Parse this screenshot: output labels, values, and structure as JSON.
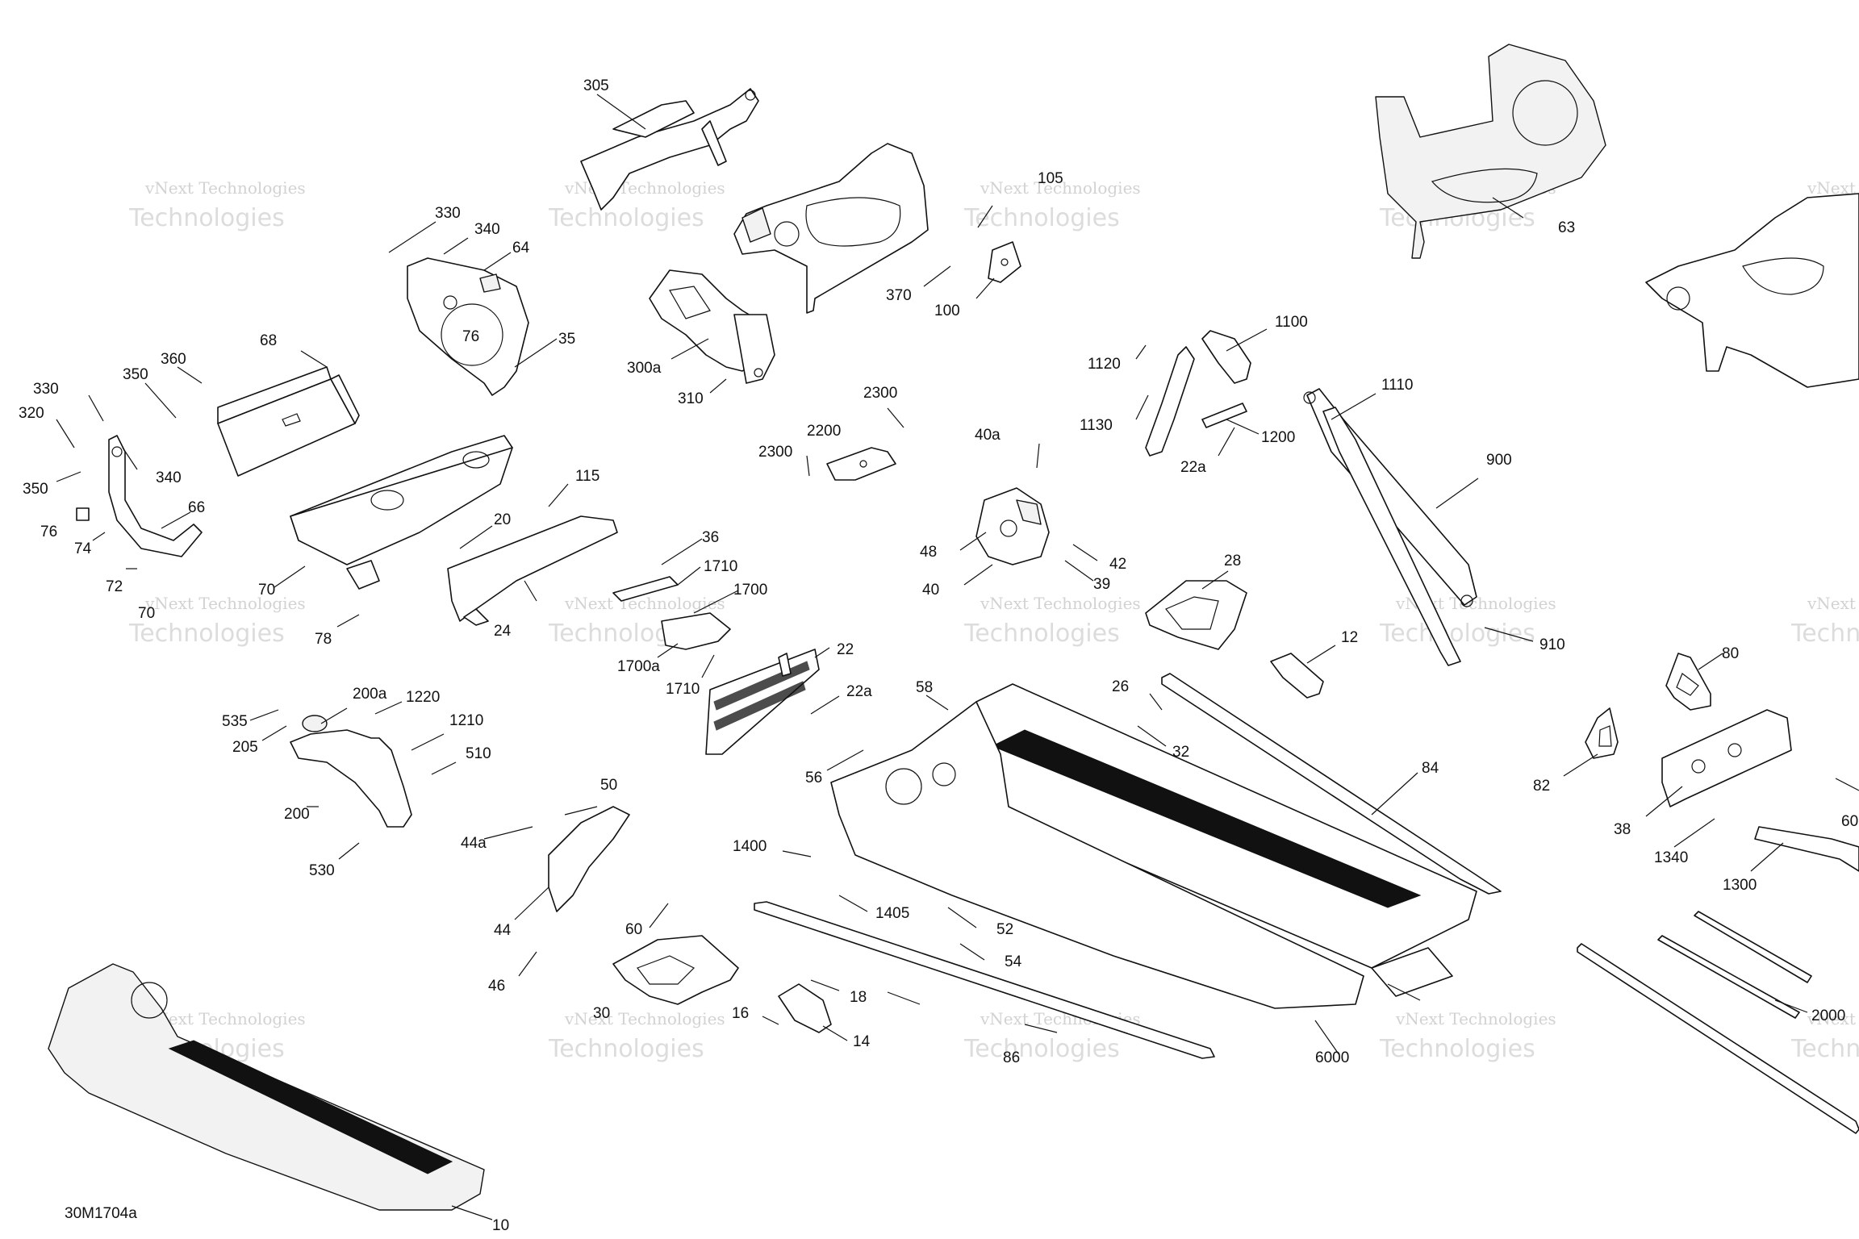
{
  "diagram_id": "30M1704a",
  "watermark": {
    "line1": "vNext Technologies",
    "line2": "Technologies"
  },
  "callouts": [
    "305",
    "330",
    "340",
    "64",
    "76",
    "35",
    "68",
    "360",
    "350",
    "330",
    "320",
    "350",
    "340",
    "76",
    "74",
    "66",
    "72",
    "70",
    "70",
    "78",
    "300a",
    "310",
    "105",
    "370",
    "100",
    "63",
    "1100",
    "1120",
    "1130",
    "1200",
    "22a",
    "1110",
    "900",
    "910",
    "2300",
    "2200",
    "2300",
    "40a",
    "48",
    "40",
    "42",
    "39",
    "28",
    "12",
    "115",
    "20",
    "24",
    "36",
    "1710",
    "1700",
    "1700a",
    "1710",
    "22",
    "22a",
    "80",
    "82",
    "38",
    "60",
    "1340",
    "1300",
    "535",
    "205",
    "200a",
    "1220",
    "1210",
    "510",
    "200",
    "530",
    "50",
    "44a",
    "44",
    "46",
    "58",
    "56",
    "26",
    "32",
    "84",
    "1400",
    "1405",
    "52",
    "54",
    "60",
    "18",
    "16",
    "14",
    "86",
    "30",
    "6000",
    "2000",
    "10"
  ]
}
